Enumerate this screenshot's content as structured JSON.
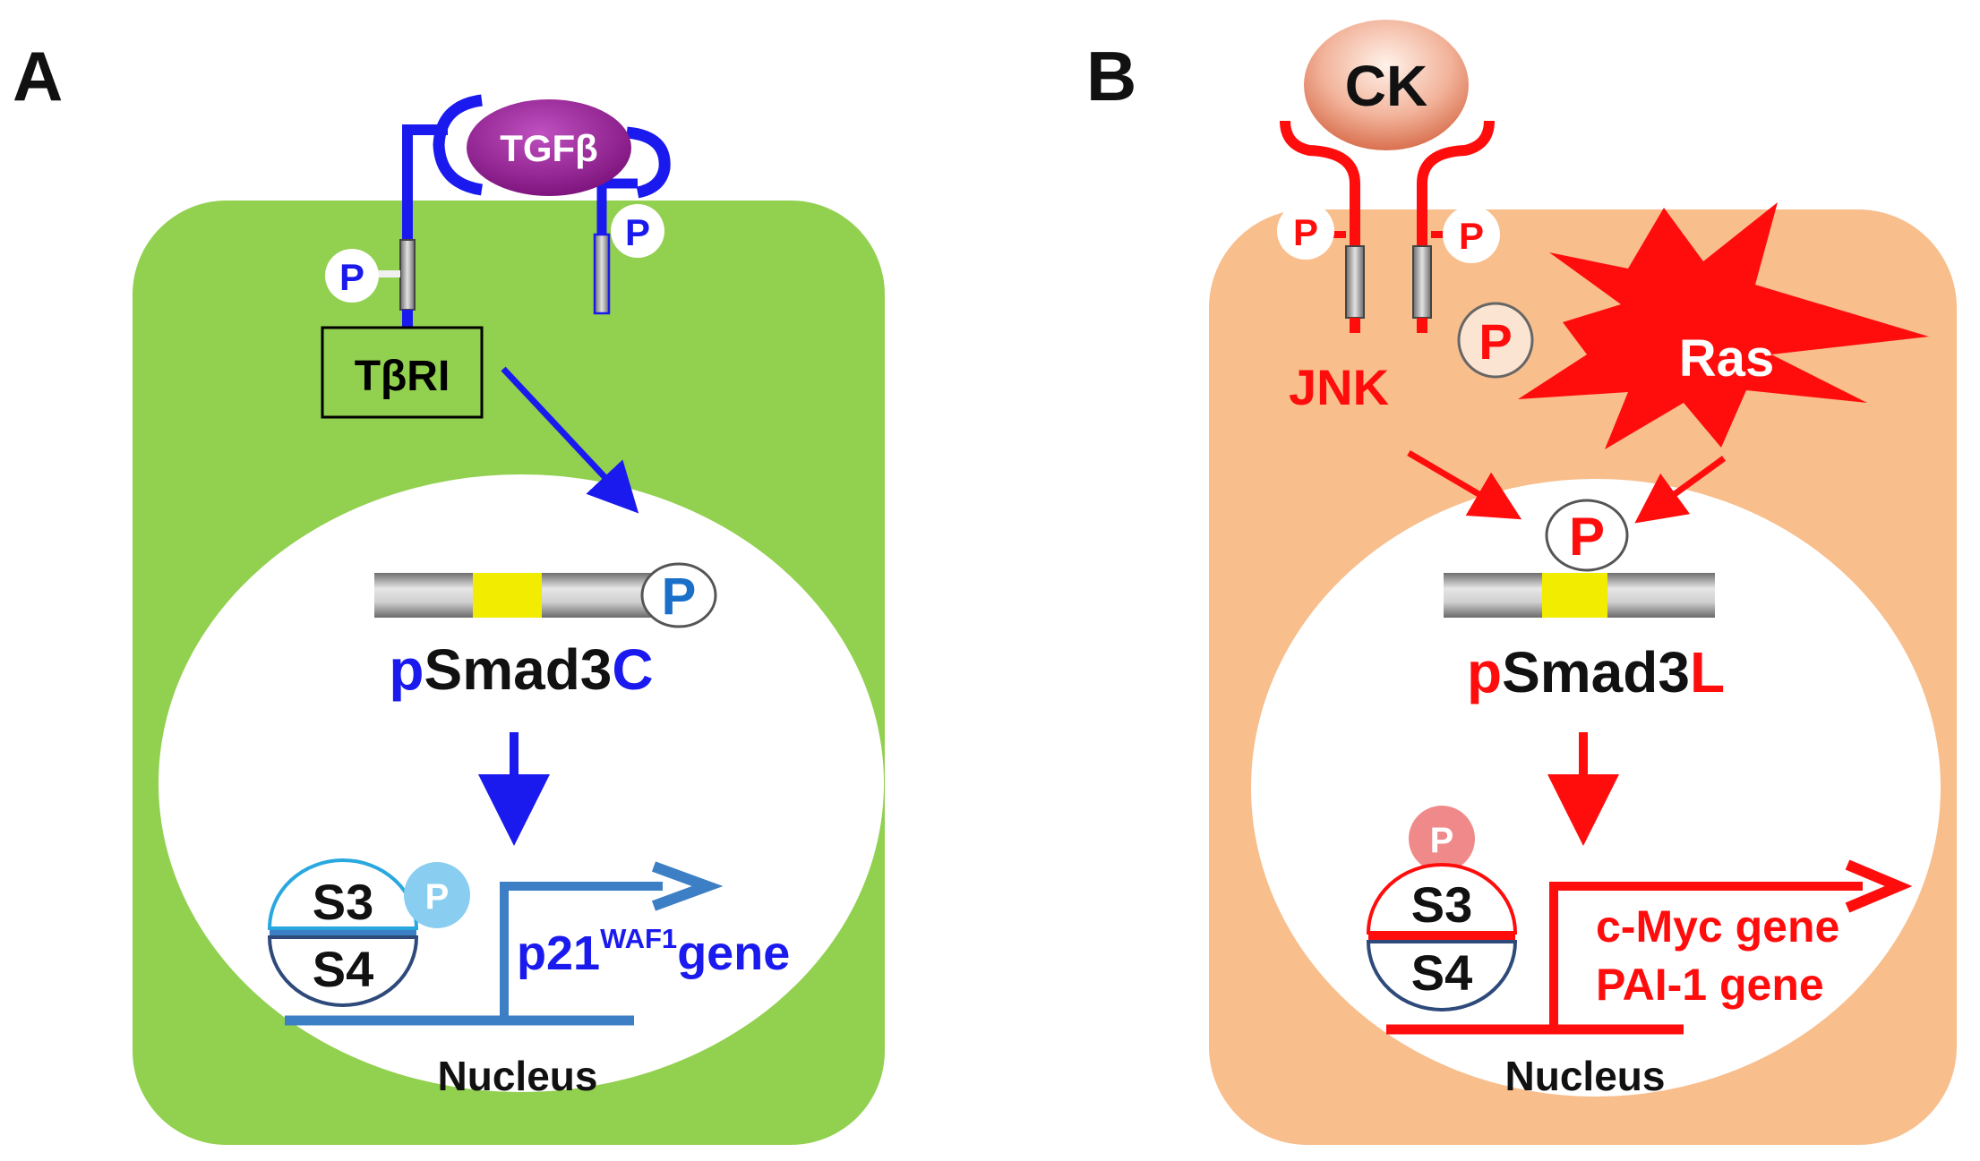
{
  "colors": {
    "cell_a": "#92d050",
    "cell_b": "#f8be8c",
    "blue": "#1a1aee",
    "steel_blue": "#3d7fc4",
    "red": "#ff0d0d",
    "purple": "#8e1c8e",
    "yellow": "#f2ec00",
    "ck_fill": "#e9967a"
  },
  "panel_a": {
    "letter": "A",
    "ligand": "TGFβ",
    "phospho_label": "P",
    "receptor_box": "TβRI",
    "smad_prefix": "p",
    "smad_core": "Smad3",
    "smad_suffix": "C",
    "s3": "S3",
    "s4": "S4",
    "gene_main": "p21",
    "gene_sup": "WAF1",
    "gene_word": "gene",
    "nucleus": "Nucleus"
  },
  "panel_b": {
    "letter": "B",
    "ligand": "CK",
    "phospho_label": "P",
    "kinase": "JNK",
    "oncogene": "Ras",
    "smad_prefix": "p",
    "smad_core": "Smad3",
    "smad_suffix": "L",
    "s3": "S3",
    "s4": "S4",
    "gene_1": "c-Myc gene",
    "gene_2": "PAI-1 gene",
    "nucleus": "Nucleus"
  }
}
